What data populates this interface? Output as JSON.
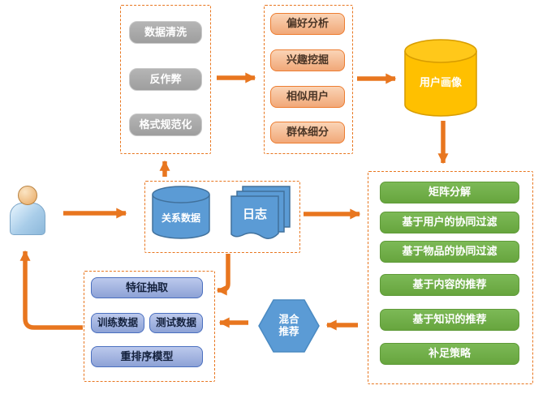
{
  "diagram": {
    "preprocess_group": {
      "items": [
        {
          "label": "数据清洗"
        },
        {
          "label": "反作弊"
        },
        {
          "label": "格式规范化"
        }
      ]
    },
    "profile_group": {
      "items": [
        {
          "label": "偏好分析"
        },
        {
          "label": "兴趣挖掘"
        },
        {
          "label": "相似用户"
        },
        {
          "label": "群体细分"
        }
      ]
    },
    "user_profile_db": {
      "label": "用户画像"
    },
    "source_group": {
      "relation_db_label": "关系数据",
      "logs_label": "日志"
    },
    "recall_group": {
      "items": [
        {
          "label": "矩阵分解"
        },
        {
          "label": "基于用户的协同过滤"
        },
        {
          "label": "基于物品的协同过滤"
        },
        {
          "label": "基于内容的推荐"
        },
        {
          "label": "基于知识的推荐"
        },
        {
          "label": "补足策略"
        }
      ]
    },
    "hybrid_node": {
      "line1": "混合",
      "line2": "推荐"
    },
    "ranking_group": {
      "feature_label": "特征抽取",
      "train_label": "训练数据",
      "test_label": "测试数据",
      "rerank_label": "重排序模型"
    },
    "colors": {
      "arrow_orange": "#E8761F",
      "box_gray": "#A6A6A6",
      "box_salmon": "#F4B183",
      "db_yellow": "#FFC000",
      "shape_blue": "#5B9BD5",
      "box_green": "#70AD47",
      "box_periwinkle": "#9DB3E0"
    }
  }
}
